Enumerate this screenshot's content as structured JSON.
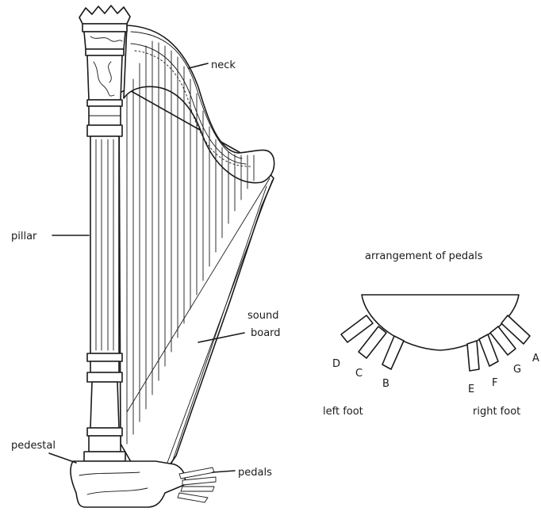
{
  "labels": {
    "neck": "neck",
    "pillar": "pillar",
    "sound_board_line1": "sound",
    "sound_board_line2": "board",
    "pedestal": "pedestal",
    "pedals": "pedals"
  },
  "pedal_diagram": {
    "title": "arrangement of pedals",
    "left_foot": "left foot",
    "right_foot": "right foot",
    "left_pedals": [
      "D",
      "C",
      "B"
    ],
    "right_pedals": [
      "E",
      "F",
      "G",
      "A"
    ]
  }
}
